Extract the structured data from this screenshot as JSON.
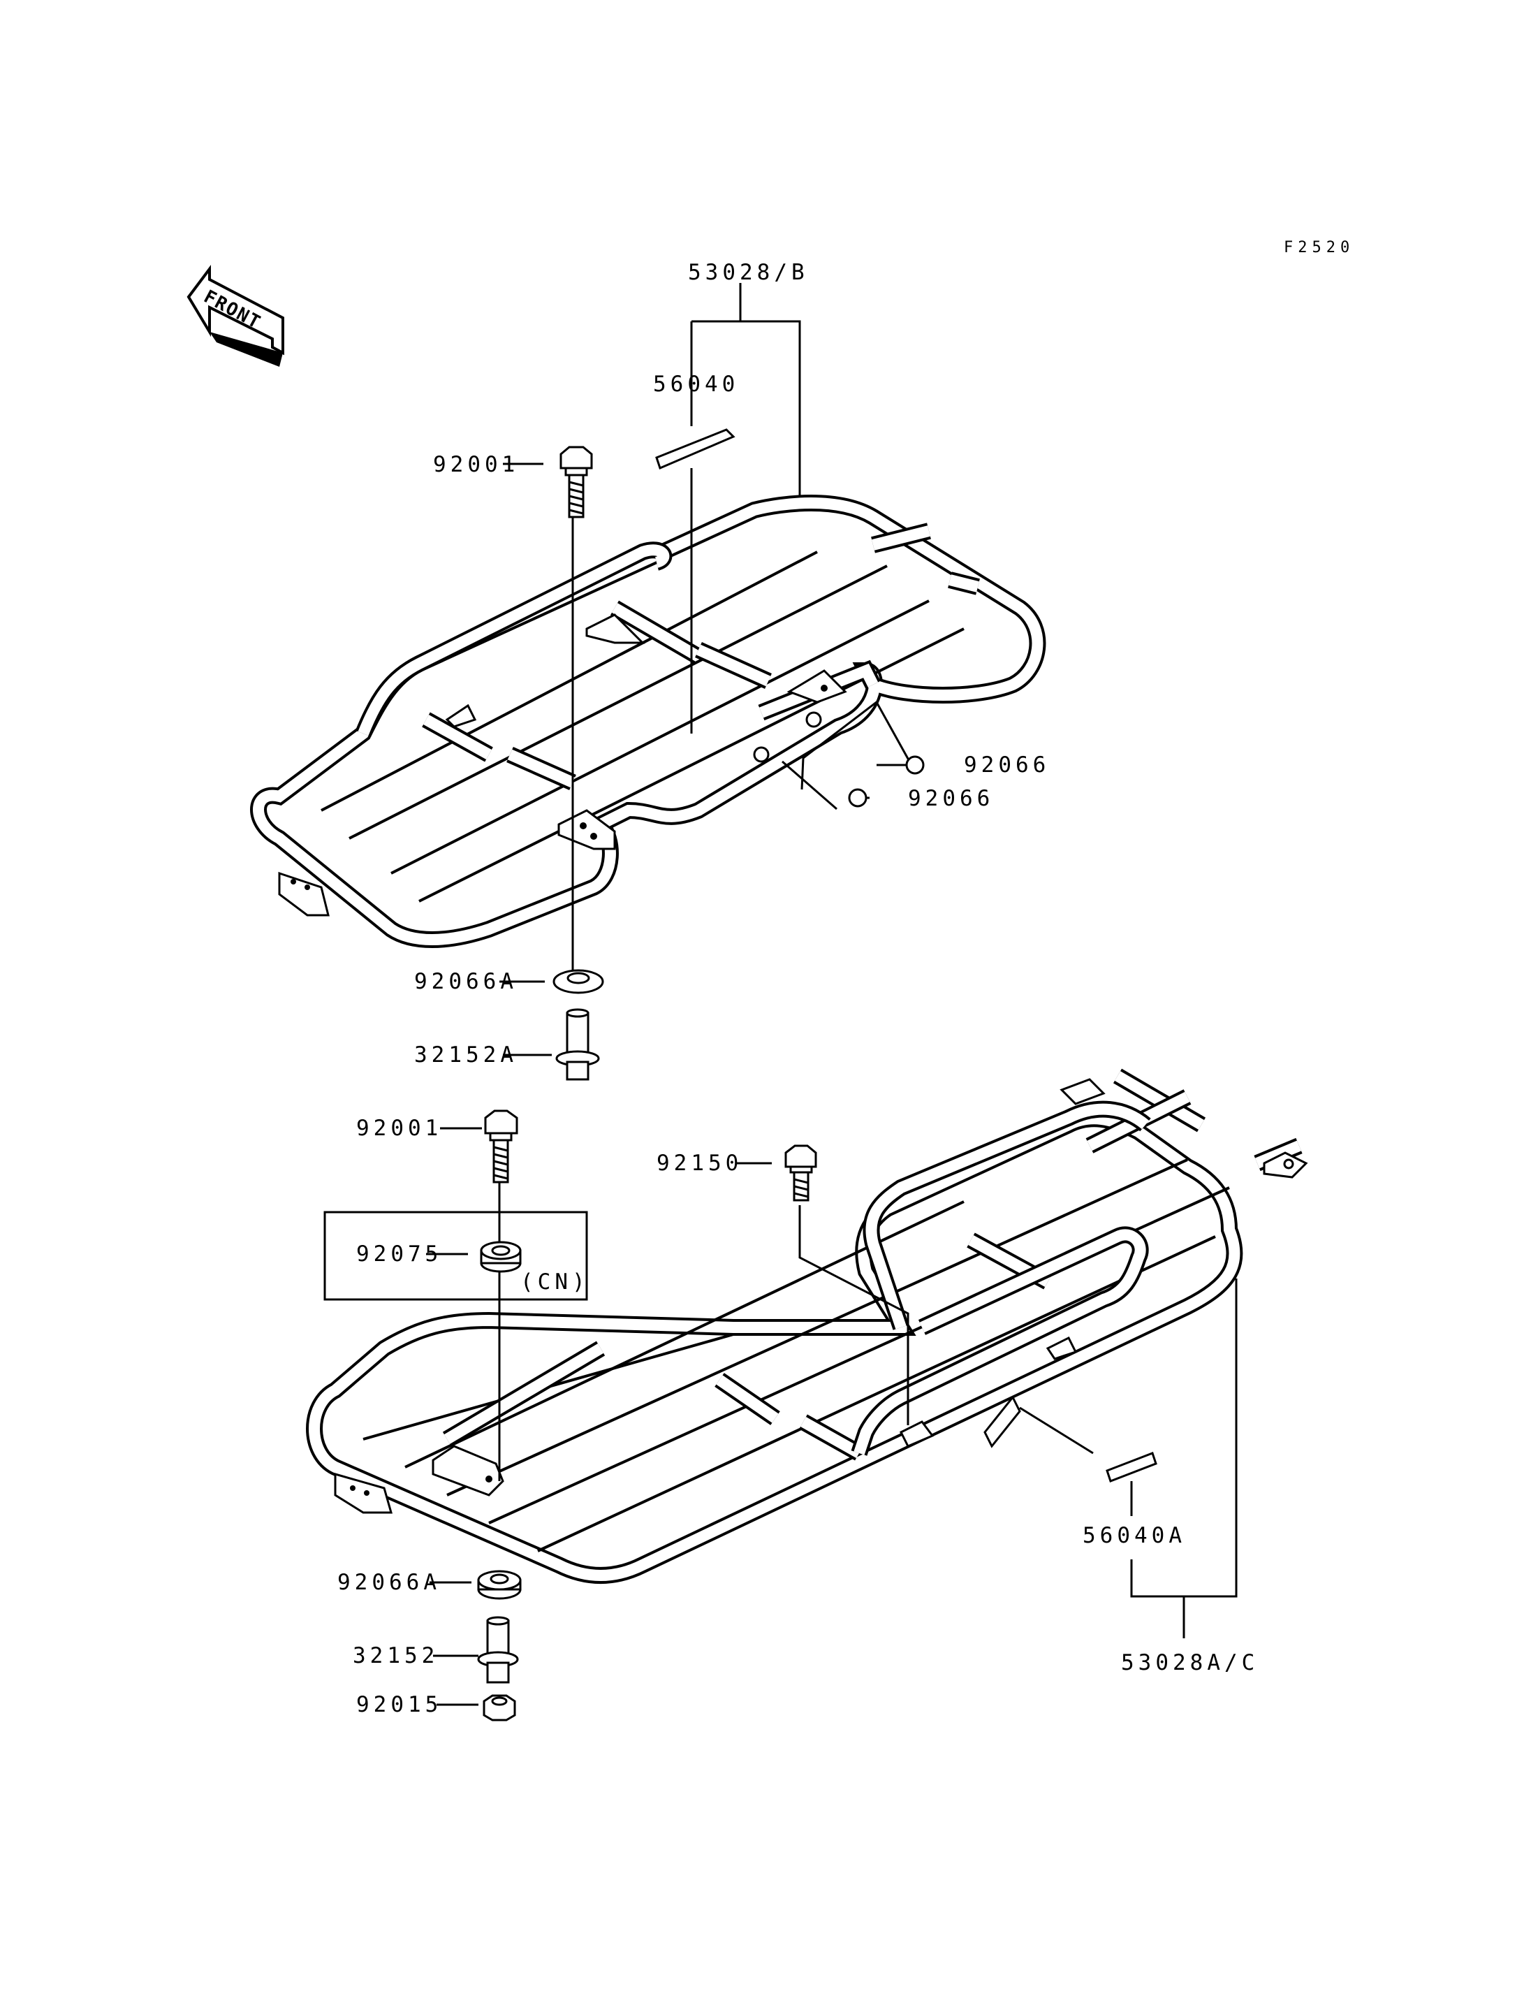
{
  "figure_code": "F2520",
  "front_arrow_label": "FRONT",
  "labels": {
    "upper_rack_assy": "53028/B",
    "upper_label": "56040",
    "upper_bolt": "92001",
    "upper_damper_1": "92066",
    "upper_damper_2": "92066",
    "upper_damper_a": "92066A",
    "upper_collar": "32152A",
    "lower_bolt": "92001",
    "lower_bolt_2": "92150",
    "lower_damper_cn": "92075",
    "cn_note": "(CN)",
    "lower_damper_a": "92066A",
    "lower_collar": "32152",
    "lower_nut": "92015",
    "lower_label": "56040A",
    "lower_rack_assy": "53028A/C"
  }
}
